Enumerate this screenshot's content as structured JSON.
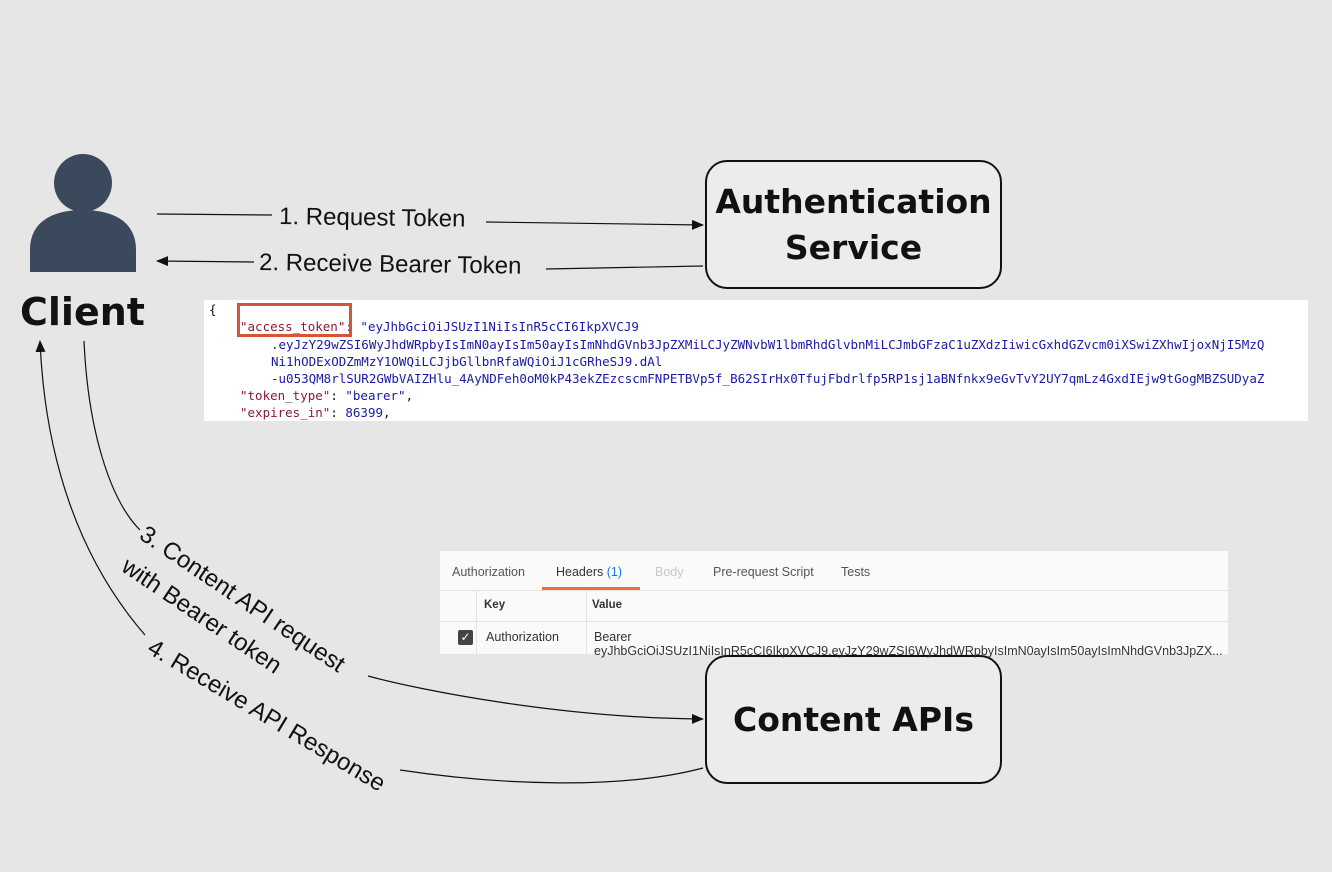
{
  "client": {
    "label": "Client"
  },
  "services": {
    "auth": {
      "line1": "Authentication",
      "line2": "Service"
    },
    "content": {
      "label": "Content APIs"
    }
  },
  "arrows": {
    "a1": "1. Request Token",
    "a2": "2. Receive Bearer Token",
    "a3_line1": "3. Content API request",
    "a3_line2": "with Bearer token",
    "a4": "4. Receive API Response"
  },
  "json_response": {
    "open_brace": "{",
    "access_token_key": "\"access_token\"",
    "colon": ": ",
    "token_line1": "\"eyJhbGciOiJSUzI1NiIsInR5cCI6IkpXVCJ9",
    "token_line2": ".eyJzY29wZSI6WyJhdWRpbyIsImN0ayIsIm50ayIsImNhdGVnb3JpZXMiLCJyZWNvbW1lbmRhdGlvbnMiLCJmbGFzaC1uZXdzIiwicGxhdGZvcm0iXSwiZXhwIjoxNjI5MzQ",
    "token_line3": "Ni1hODExODZmMzY1OWQiLCJjbGllbnRfaWQiOiJ1cGRheSJ9.dAl",
    "token_line4": "-u053QM8rlSUR2GWbVAIZHlu_4AyNDFeh0oM0kP43ekZEzcscmFNPETBVp5f_B62SIrHx0TfujFbdrlfp5RP1sj1aBNfnkx9eGvTvY2UY7qmLz4GxdIEjw9tGogMBZSUDyaZ",
    "token_type_key": "\"token_type\"",
    "token_type_value": "\"bearer\"",
    "expires_in_key": "\"expires_in\"",
    "expires_in_value": "86399",
    "comma": ","
  },
  "postman": {
    "tabs": [
      {
        "label": "Authorization"
      },
      {
        "label": "Headers",
        "count": "(1)"
      },
      {
        "label": "Body"
      },
      {
        "label": "Pre-request Script"
      },
      {
        "label": "Tests"
      }
    ],
    "columns": {
      "key": "Key",
      "value": "Value"
    },
    "row": {
      "checked": "✓",
      "key": "Authorization",
      "value": "Bearer eyJhbGciOiJSUzI1NiIsInR5cCI6IkpXVCJ9.eyJzY29wZSI6WyJhdWRpbyIsImN0ayIsIm50ayIsImNhdGVnb3JpZX..."
    }
  },
  "colors": {
    "background": "#e6e6e6",
    "user_icon": "#3a4a5c",
    "highlight": "#d4553a",
    "active_tab_underline": "#e5733c",
    "json_key": "#8b1a3a",
    "json_string": "#1a1aa6"
  }
}
